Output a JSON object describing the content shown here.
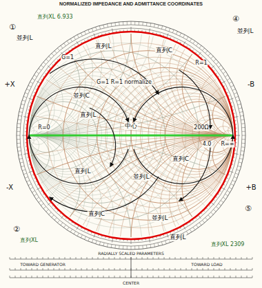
{
  "diagram": {
    "title": "NORMALIZED IMPEDANCE AND ADMITTANCE COORDINATES",
    "labels": [
      "①",
      "並列L",
      "直列XL 6.933",
      "直列L",
      "G=1",
      "直列C",
      "R=1",
      "G=1 R=1 normalize",
      "並列C",
      "直列L",
      "中心",
      "200Ω",
      "4.0",
      "R=∞",
      "R=0",
      "直列L",
      "並列L",
      "直列C",
      "並列L",
      "直列C",
      "②",
      "直列XL",
      "直列L",
      "④",
      "並列L",
      "直列XL 2309",
      "⑤",
      "+X",
      "-X",
      "-B",
      "+B",
      "RADIALLY SCALED PARAMETERS",
      "TOWARD GENERATOR",
      "TOWARD LOAD",
      "CENTER"
    ]
  }
}
